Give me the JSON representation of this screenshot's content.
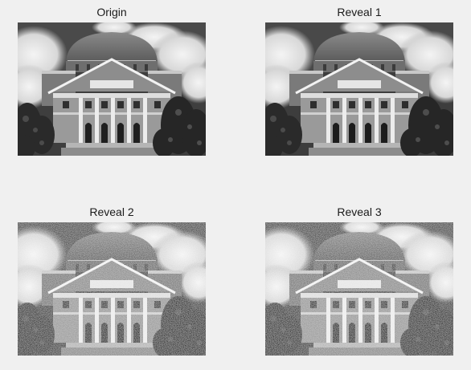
{
  "figure": {
    "panels": [
      {
        "id": "origin",
        "title": "Origin"
      },
      {
        "id": "reveal1",
        "title": "Reveal 1"
      },
      {
        "id": "reveal2",
        "title": "Reveal 2"
      },
      {
        "id": "reveal3",
        "title": "Reveal 3"
      }
    ]
  }
}
